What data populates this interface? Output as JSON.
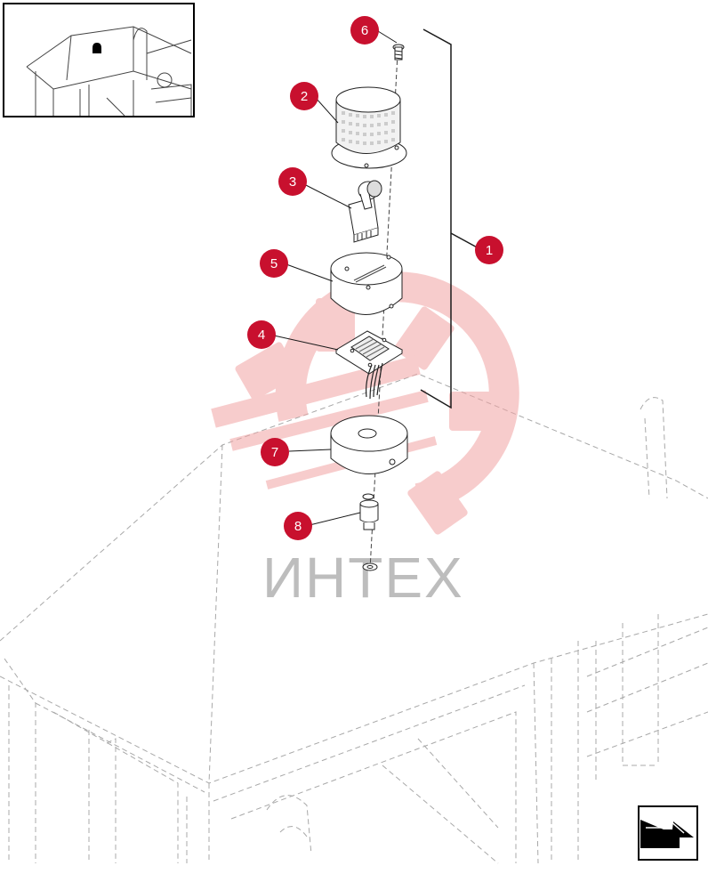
{
  "diagram": {
    "watermark": {
      "text": "ИНТЕХ"
    },
    "callouts": [
      {
        "id": "1",
        "label": "1"
      },
      {
        "id": "2",
        "label": "2"
      },
      {
        "id": "3",
        "label": "3"
      },
      {
        "id": "4",
        "label": "4"
      },
      {
        "id": "5",
        "label": "5"
      },
      {
        "id": "6",
        "label": "6"
      },
      {
        "id": "7",
        "label": "7"
      },
      {
        "id": "8",
        "label": "8"
      }
    ],
    "colors": {
      "callout": "#c8102e",
      "line": "#1a1a1a",
      "cab": "#9a9a9a",
      "watermark": "#f4b8b8"
    },
    "icons": {
      "locator": "cab-locator-thumbnail",
      "navigation": "next-page-arrow-icon"
    }
  }
}
